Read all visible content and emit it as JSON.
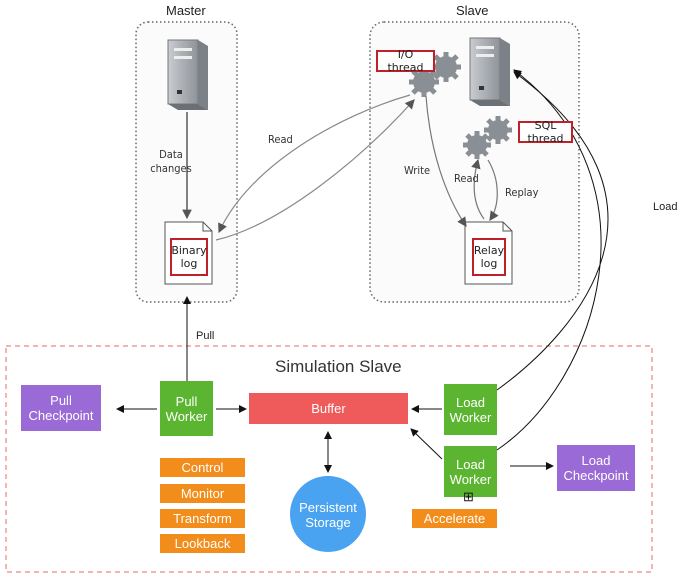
{
  "master": {
    "title": "Master",
    "data_changes": "Data changes",
    "binary_log": "Binary log"
  },
  "slave": {
    "title": "Slave",
    "io_thread": "I/O thread",
    "sql_thread": "SQL thread",
    "relay_log": "Relay log",
    "write": "Write",
    "read": "Read",
    "replay": "Replay"
  },
  "edges": {
    "read": "Read",
    "pull": "Pull",
    "load": "Load"
  },
  "simulation": {
    "title": "Simulation Slave",
    "pull_checkpoint": "Pull Checkpoint",
    "pull_worker": "Pull Worker",
    "buffer": "Buffer",
    "load_worker_1": "Load Worker",
    "load_worker_2": "Load Worker",
    "load_checkpoint": "Load Checkpoint",
    "controls": [
      "Control",
      "Monitor",
      "Transform",
      "Lookback"
    ],
    "persistent_storage": "Persistent Storage",
    "accelerate": "Accelerate",
    "expand_symbol": "⊞"
  },
  "colors": {
    "green": "#5cb531",
    "purple": "#9a6bd6",
    "orange": "#f28c1a",
    "buffer_red": "#ef5a5a",
    "storage_blue": "#4aa3f0",
    "dashed_red": "#e86a6a"
  }
}
